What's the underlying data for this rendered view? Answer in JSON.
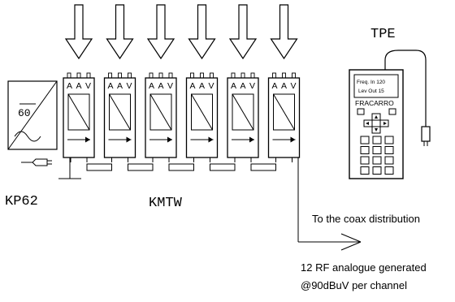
{
  "labels": {
    "tpe": "TPE",
    "kp62": "KP62",
    "kmtw": "KMTW",
    "psu_value": "60",
    "coax": "To the coax distribution",
    "rf_line1": "12 RF analogue generated",
    "rf_line2": "@90dBuV per channel"
  },
  "modules": [
    {
      "ports": [
        "A",
        "A",
        "V"
      ]
    },
    {
      "ports": [
        "A",
        "A",
        "V"
      ]
    },
    {
      "ports": [
        "A",
        "A",
        "V"
      ]
    },
    {
      "ports": [
        "A",
        "A",
        "V"
      ]
    },
    {
      "ports": [
        "A",
        "A",
        "V"
      ]
    },
    {
      "ports": [
        "A",
        "A",
        "V"
      ]
    }
  ],
  "tpe_device": {
    "screen_line1": "Freq. In 120",
    "screen_line2": "Lev Out 15",
    "brand": "FRACARRO"
  }
}
